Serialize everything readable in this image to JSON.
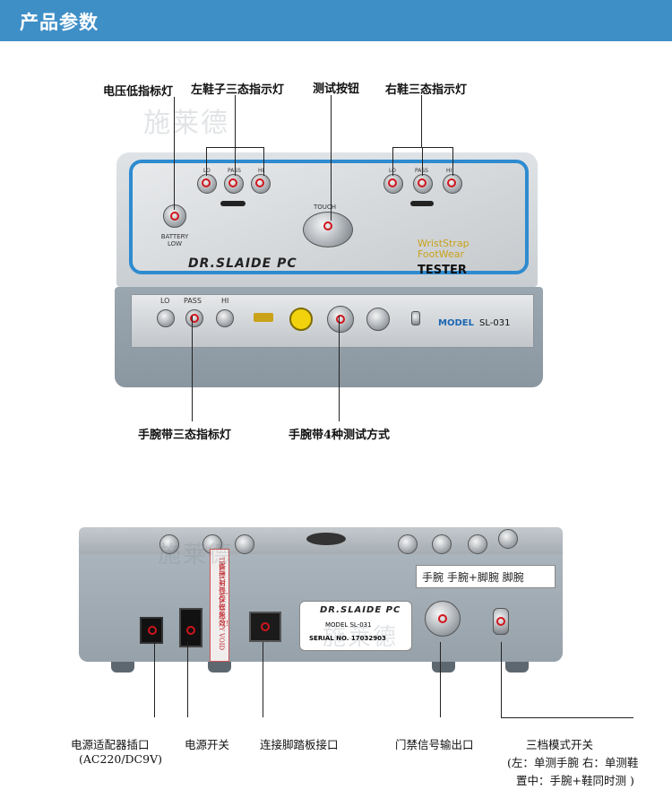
{
  "header": {
    "title": "产品参数"
  },
  "labels": {
    "battery_low_light": "电压低指标灯",
    "left_shoe_light": "左鞋子三态指示灯",
    "test_button": "测试按钮",
    "right_shoe_light": "右鞋三态指示灯",
    "wrist_light": "手腕带三态指标灯",
    "wrist_modes": "手腕带4种测试方式",
    "adapter_port": "电源适配器插口",
    "adapter_spec": "(AC220/DC9V)",
    "power_switch": "电源开关",
    "foot_plate_port": "连接脚踏板接口",
    "access_output": "门禁信号输出口",
    "mode_switch": "三档模式开关",
    "mode_note_1": "(左：单测手腕   右：单测鞋",
    "mode_note_2": "置中：手腕+鞋同时测   )"
  },
  "device_top": {
    "battery_low": "BATTERY\nLOW",
    "left_lo": "LO",
    "left_pass": "PASS",
    "left_hi": "HI",
    "touch": "TOUCH",
    "right_lo": "LO",
    "right_pass": "PASS",
    "right_hi": "HI",
    "product_line_1": "WristStrap",
    "product_line_2": "FootWear",
    "tester": "TESTER",
    "brand": "DR.SLAIDE PC",
    "front_lo": "LO",
    "front_pass": "PASS",
    "front_hi": "HI",
    "model_label": "MODEL",
    "model_value": "SL-031"
  },
  "device_bottom": {
    "brand": "DR.SLAIDE PC",
    "model": "MODEL SL-031",
    "serial": "SERIAL NO.  17032903",
    "mode_sticker": "手腕  手腕+脚腕  脚腕",
    "warranty_en": "TEAR OFF WARRANTY VOID",
    "warranty_cn": "撕掉封條,保修無效!"
  },
  "watermark": "施莱德",
  "colors": {
    "header": "#3f8fc7",
    "frame_blue": "#2e8bd0",
    "marker_red": "#d0151c"
  }
}
